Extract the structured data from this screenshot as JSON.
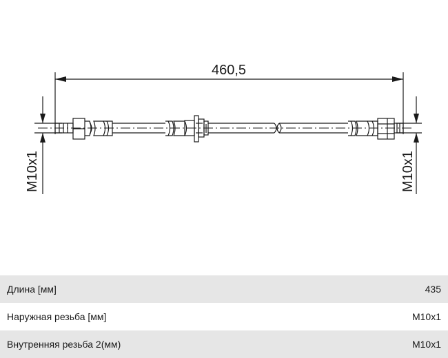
{
  "drawing": {
    "overall_length": "460,5",
    "left_thread": "M10x1",
    "right_thread": "M10x1"
  },
  "specs": {
    "rows": [
      {
        "label": "Длина [мм]",
        "value": "435"
      },
      {
        "label": "Наружная резьба [мм]",
        "value": "M10x1"
      },
      {
        "label": "Внутренняя резьба 2(мм)",
        "value": "M10x1"
      }
    ]
  },
  "colors": {
    "line": "#1a1a1a",
    "row_shade": "#e6e6e6"
  }
}
